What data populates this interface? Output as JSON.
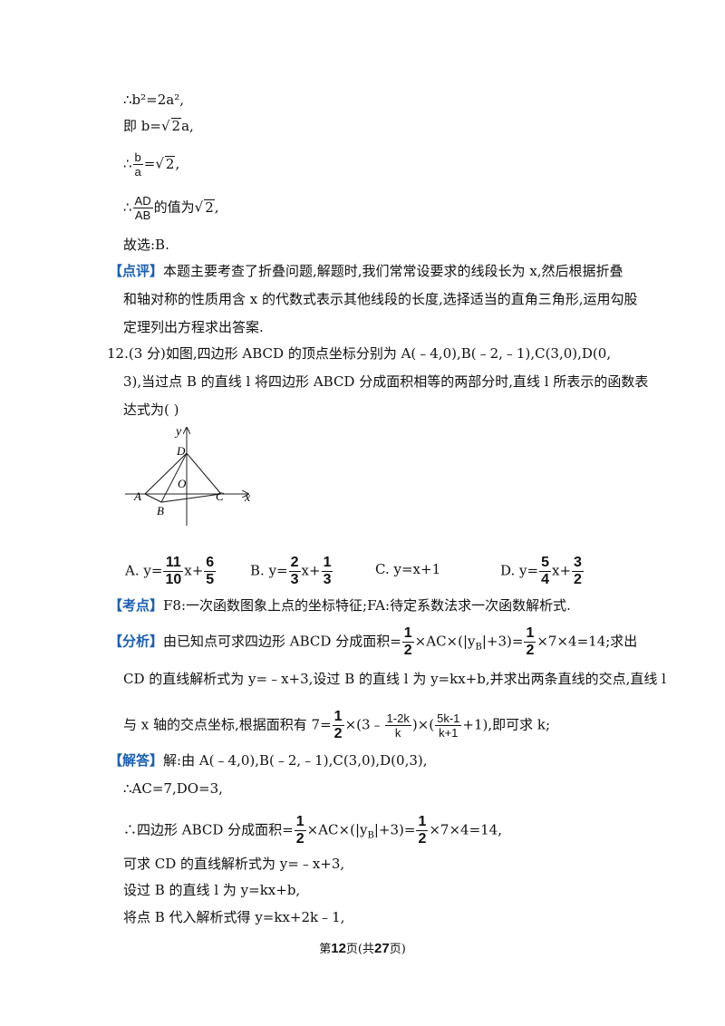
{
  "lines": {
    "l1": "∴b²=2a²,",
    "l2_pre": "即 b=",
    "l2_rad": "2",
    "l2_post": "a,",
    "l3_pre": "∴",
    "l3_num": "b",
    "l3_den": "a",
    "l3_eq": "=",
    "l3_rad": "2",
    "l3_post": ",",
    "l4_pre": "∴",
    "l4_num": "AD",
    "l4_den": "AB",
    "l4_mid": "的值为",
    "l4_rad": "2",
    "l4_post": ",",
    "l5": "故选:B."
  },
  "comment": {
    "tag": "【点评】",
    "line1": "本题主要考查了折叠问题,解题时,我们常常设要求的线段长为 x,然后根据折叠",
    "line2": "和轴对称的性质用含 x 的代数式表示其他线段的长度,选择适当的直角三角形,运用勾股",
    "line3": "定理列出方程求出答案."
  },
  "question": {
    "line1": "12.(3 分)如图,四边形 ABCD 的顶点坐标分别为 A(﹣4,0),B(﹣2,﹣1),C(3,0),D(0,",
    "line2": "3),当过点 B 的直线 l 将四边形 ABCD 分成面积相等的两部分时,直线 l 所表示的函数表",
    "line3": "达式为(     )"
  },
  "figure": {
    "labels": {
      "y": "y",
      "x": "x",
      "D": "D",
      "O": "O",
      "A": "A",
      "B": "B",
      "C": "C"
    }
  },
  "options": {
    "a": {
      "label": "A.",
      "pre": "y=",
      "n1": "11",
      "d1": "10",
      "mid": "x+",
      "n2": "6",
      "d2": "5"
    },
    "b": {
      "label": "B.",
      "pre": "y=",
      "n1": "2",
      "d1": "3",
      "mid": "x+",
      "n2": "1",
      "d2": "3"
    },
    "c": {
      "label": "C.",
      "text": "y=x+1"
    },
    "d": {
      "label": "D.",
      "pre": "y=",
      "n1": "5",
      "d1": "4",
      "mid": "x+",
      "n2": "3",
      "d2": "2"
    }
  },
  "kaodian": {
    "tag": "【考点】",
    "text": "F8:一次函数图象上点的坐标特征;FA:待定系数法求一次函数解析式."
  },
  "fenxi": {
    "tag": "【分析】",
    "l1_a": "由已知点可求四边形 ABCD 分成面积=",
    "f_n": "1",
    "f_d": "2",
    "l1_b": "×AC×(|y",
    "l1_sub": "B",
    "l1_c": "|+3)=",
    "l1_d": "×7×4=14;求出",
    "l2": "CD 的直线解析式为 y=﹣x+3,设过 B 的直线 l 为 y=kx+b,并求出两条直线的交点,直线 l",
    "l3_a": "与 x 轴的交点坐标,根据面积有 7=",
    "l3_f1n": "1",
    "l3_f1d": "2",
    "l3_b": "×(3﹣",
    "l3_f2n": "1-2k",
    "l3_f2d": "k",
    "l3_c": ")×(",
    "l3_f3n": "5k-1",
    "l3_f3d": "k+1",
    "l3_d": "+1),即可求 k;"
  },
  "jieda": {
    "tag": "【解答】",
    "l1": "解:由 A(﹣4,0),B(﹣2,﹣1),C(3,0),D(0,3),",
    "l2": "∴AC=7,DO=3,",
    "l3_a": "∴四边形 ABCD 分成面积=",
    "f_n": "1",
    "f_d": "2",
    "l3_b": "×AC×(|y",
    "l3_sub": "B",
    "l3_c": "|+3)=",
    "l3_d": "×7×4=14,",
    "l4": "可求 CD 的直线解析式为 y=﹣x+3,",
    "l5": "设过 B 的直线 l 为 y=kx+b,",
    "l6": "将点 B 代入解析式得 y=kx+2k﹣1,"
  },
  "footer": {
    "pre": "第",
    "page": "12",
    "mid": "页(共",
    "total": "27",
    "post": "页)"
  }
}
